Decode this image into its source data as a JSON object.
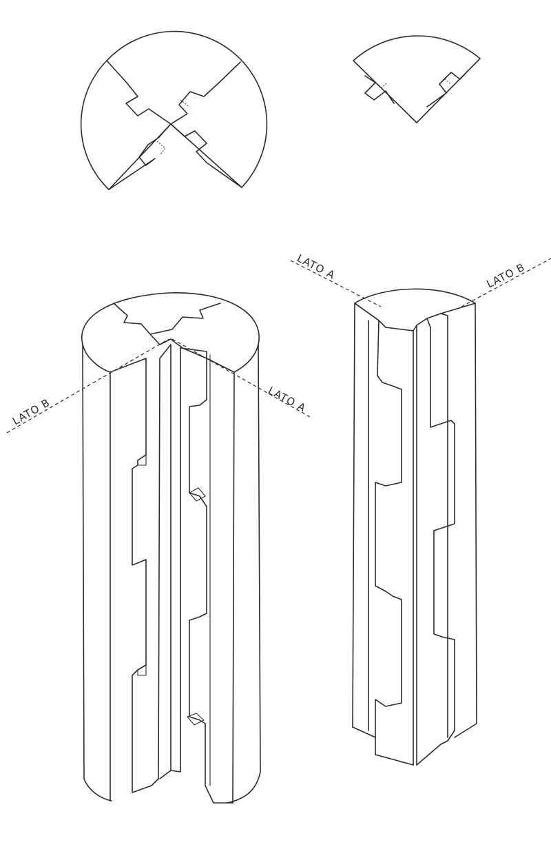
{
  "labels": {
    "left_side_b": "LATO B",
    "left_side_a": "LATO A",
    "right_side_a": "LATO A",
    "right_side_b": "LATO B"
  }
}
